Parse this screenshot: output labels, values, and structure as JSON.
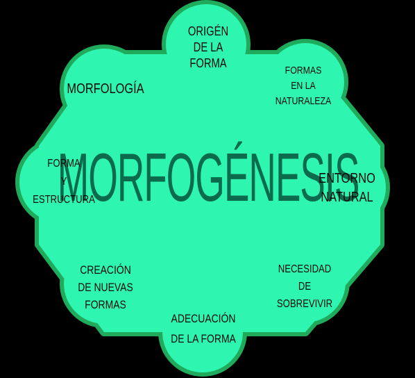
{
  "colors": {
    "background": "#000000",
    "fill": "#2ef5b0",
    "border": "#1faa5c",
    "center_text": "#0c6b4c",
    "label_text": "#0a0a0a"
  },
  "center": {
    "title": "MORFOGÉNESIS"
  },
  "petals": [
    {
      "id": "origen",
      "text": "ORIGÉN\nDE LA\nFORMA"
    },
    {
      "id": "formas-naturaleza",
      "text": "FORMAS\nEN LA\nNATURALEZA"
    },
    {
      "id": "entorno",
      "text": "ENTORNO\nNATURAL"
    },
    {
      "id": "necesidad",
      "text": "NECESIDAD\nDE\nSOBREVIVIR"
    },
    {
      "id": "adecuacion",
      "text": "ADECUACIÓN\nDE LA FORMA"
    },
    {
      "id": "creacion",
      "text": "CREACIÓN\nDE NUEVAS\nFORMAS"
    },
    {
      "id": "forma-estructura",
      "text": "FORMA\nY\nESTRUCTURA"
    },
    {
      "id": "morfologia",
      "text": "MORFOLOGÍA"
    }
  ]
}
